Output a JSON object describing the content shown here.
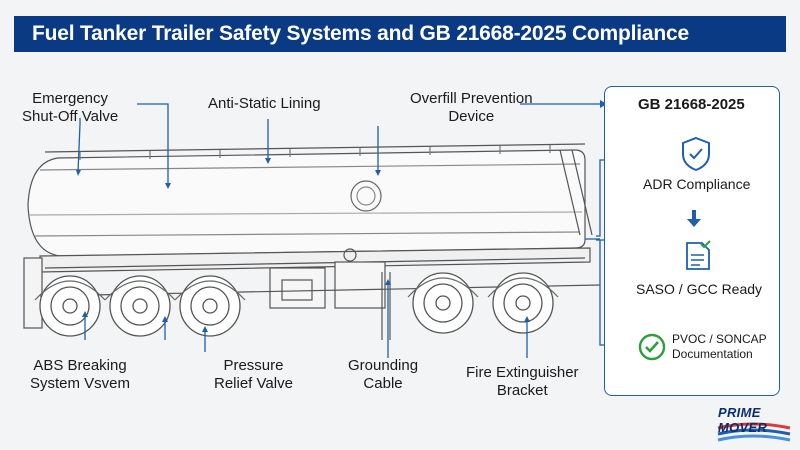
{
  "header": {
    "title": "Fuel Tanker Trailer Safety Systems and GB 21668-2025 Compliance"
  },
  "callouts": {
    "emergency_valve": [
      "Emergency",
      "Shut-Off Valve"
    ],
    "anti_static": [
      "Anti-Static Lining"
    ],
    "overfill": [
      "Overfill Prevention",
      "Device"
    ],
    "abs": [
      "ABS Breaking",
      "System Vsvem"
    ],
    "pressure_relief": [
      "Pressure",
      "Relief Valve"
    ],
    "grounding": [
      "Grounding",
      "Cable"
    ],
    "fire_ext": [
      "Fire Extinguisher",
      "Bracket"
    ]
  },
  "compliance_panel": {
    "gb": "GB 21668-2025",
    "adr": "ADR Compliance",
    "saso": "SASO / GCC Ready",
    "pvoc": [
      "PVOC / SONCAP",
      "Documentation"
    ]
  },
  "logo": {
    "text": "PRIME MOVER"
  },
  "colors": {
    "header": "#0b3a85",
    "accent": "#1f5fae",
    "check": "#2e9e3e"
  }
}
